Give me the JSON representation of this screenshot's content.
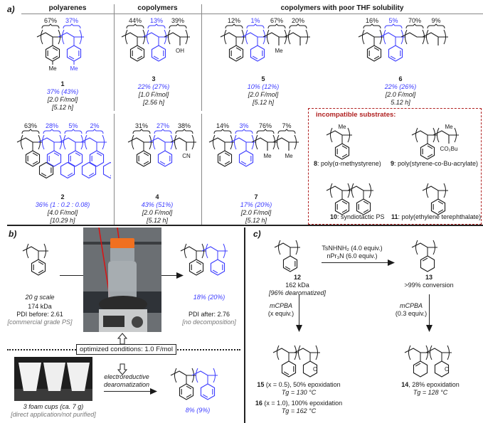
{
  "colors": {
    "black": "#1a1a1a",
    "blue": "#3b3bff",
    "red_box": "#b02020"
  },
  "panel_a": {
    "label": "a)",
    "headers": [
      "polyarenes",
      "copolymers",
      "copolymers with poor THF solubility"
    ],
    "compounds": [
      {
        "id": "1",
        "units": [
          {
            "pct": "67%",
            "color": "black",
            "ring": "ar",
            "sub": "Me"
          },
          {
            "pct": "37%",
            "color": "blue",
            "ring": "chd",
            "sub": "Me"
          }
        ],
        "yield": "37% (43%)",
        "charge": "[2.0 F/mol]",
        "time": "[5.12 h]"
      },
      {
        "id": "3",
        "units": [
          {
            "pct": "44%",
            "color": "black",
            "ring": "ar"
          },
          {
            "pct": "13%",
            "color": "blue",
            "ring": "chd"
          },
          {
            "pct": "39%",
            "color": "black",
            "side": "OH"
          }
        ],
        "yield": "22% (27%)",
        "charge": "[1.0 F/mol]",
        "time": "[2.56 h]"
      },
      {
        "id": "5",
        "units": [
          {
            "pct": "12%",
            "color": "black",
            "ring": "ar"
          },
          {
            "pct": "1%",
            "color": "blue",
            "ring": "chd"
          },
          {
            "pct": "67%",
            "color": "black",
            "side": "Me"
          },
          {
            "pct": "20%",
            "color": "black",
            "side": ""
          }
        ],
        "yield": "10% (12%)",
        "charge": "[2.0 F/mol]",
        "time": "[5.12 h]"
      },
      {
        "id": "6",
        "units": [
          {
            "pct": "16%",
            "color": "black",
            "ring": "ar"
          },
          {
            "pct": "5%",
            "color": "blue",
            "ring": "chd"
          },
          {
            "pct": "70%",
            "color": "black",
            "side": null
          },
          {
            "pct": "9%",
            "color": "black",
            "side": ""
          }
        ],
        "yield": "22% (26%)",
        "charge": "[2.0 F/mol]",
        "time": "5.12 h]"
      },
      {
        "id": "2",
        "units": [
          {
            "pct": "63%",
            "color": "black",
            "ring": "naph"
          },
          {
            "pct": "28%",
            "color": "blue",
            "ring": "naphchd"
          },
          {
            "pct": "5%",
            "color": "blue",
            "ring": "naphchd"
          },
          {
            "pct": "2%",
            "color": "blue",
            "ring": "naphchd"
          }
        ],
        "yield": "36% (1 : 0.2 : 0.08)",
        "charge": "[4.0 F/mol]",
        "time": "[10.29 h]"
      },
      {
        "id": "4",
        "units": [
          {
            "pct": "31%",
            "color": "black",
            "ring": "ar"
          },
          {
            "pct": "27%",
            "color": "blue",
            "ring": "chd"
          },
          {
            "pct": "38%",
            "color": "black",
            "side": "CN"
          }
        ],
        "yield": "43% (51%)",
        "charge": "[2.0 F/mol]",
        "time": "[5.12 h]"
      },
      {
        "id": "7",
        "units": [
          {
            "pct": "14%",
            "color": "black",
            "ring": "ar"
          },
          {
            "pct": "3%",
            "color": "blue",
            "ring": "chd"
          },
          {
            "pct": "76%",
            "color": "black",
            "side": "Me"
          },
          {
            "pct": "7%",
            "color": "black",
            "side": "Me"
          }
        ],
        "yield": "17% (20%)",
        "charge": "[2.0 F/mol]",
        "time": "[5.12 h]"
      }
    ],
    "incompatible": {
      "title": "incompatible substrates:",
      "items": [
        {
          "num": "8",
          "name": ": poly(α-methystyrene)",
          "units": [
            {
              "pct": "",
              "color": "black",
              "ring": "ar",
              "top": "Me"
            }
          ]
        },
        {
          "num": "9",
          "name": ": poly(styrene-co-Bu-acrylate)",
          "units": [
            {
              "pct": "",
              "color": "black",
              "ring": "ar"
            },
            {
              "pct": "",
              "color": "black",
              "side": "CO2Bu",
              "top": "Me"
            }
          ]
        },
        {
          "num": "10",
          "name": ": syndiotactic PS",
          "units": [
            {
              "pct": "",
              "color": "black",
              "ring": "ar"
            },
            {
              "pct": "",
              "color": "black",
              "ring": "ar"
            }
          ]
        },
        {
          "num": "11",
          "name": ": poly(ethylene terephthalate)",
          "units": [
            {
              "pct": "",
              "color": "black",
              "ring": "ar"
            }
          ]
        }
      ]
    }
  },
  "panel_b": {
    "label": "b)",
    "start": {
      "scale": "20 g scale",
      "mw": "174 kDa",
      "pdi": "PDI before: 2.61",
      "note": "[commercial grade PS]",
      "units": [
        {
          "pct": "",
          "color": "black",
          "ring": "ar"
        }
      ]
    },
    "product": {
      "yield": "18% (20%)",
      "pdi": "PDI after: 2.76",
      "note": "[no decomposition]",
      "units": [
        {
          "pct": "",
          "color": "black",
          "ring": "ar"
        },
        {
          "pct": "",
          "color": "blue",
          "ring": "chd"
        }
      ]
    },
    "conditions": "optimized conditions: 1.0 F/mol",
    "cups": {
      "label": "3 foam cups (ca. 7 g)",
      "note": "[direct application/not purified]"
    },
    "arrow_label": [
      "electroreductive",
      "dearomatization"
    ],
    "cup_product": {
      "yield": "8% (9%)",
      "units": [
        {
          "pct": "",
          "color": "black",
          "ring": "ar"
        },
        {
          "pct": "",
          "color": "blue",
          "ring": "chd"
        }
      ]
    }
  },
  "panel_c": {
    "label": "c)",
    "c12": {
      "id": "12",
      "mw": "162 kDa",
      "note": "[96% dearomatized]",
      "units": [
        {
          "pct": "",
          "color": "black",
          "ring": "chd"
        }
      ]
    },
    "reagents": [
      "TsNHNH₂ (4.0 equiv.)",
      "nPr₃N (6.0 equiv.)"
    ],
    "c13": {
      "id": "13",
      "note": ">99% conversion",
      "units": [
        {
          "pct": "",
          "color": "black",
          "ring": "chx"
        }
      ]
    },
    "left_reagent": [
      "mCPBA",
      "(x equiv.)"
    ],
    "right_reagent": [
      "mCPBA",
      "(0.3 equiv.)"
    ],
    "c15": {
      "id": "15",
      "desc": " (x = 0.5), 50% epoxidation",
      "tg": "Tg = 130 °C",
      "units": [
        {
          "pct": "",
          "color": "black",
          "ring": "chd"
        },
        {
          "pct": "",
          "color": "black",
          "ring": "epox"
        }
      ]
    },
    "c16": {
      "id": "16",
      "desc": " (x = 1.0), 100% epoxidation",
      "tg": "Tg = 162 °C"
    },
    "c14": {
      "id": "14",
      "desc": ", 28% epoxidation",
      "tg": "Tg = 128 °C",
      "units": [
        {
          "pct": "",
          "color": "black",
          "ring": "chx"
        },
        {
          "pct": "",
          "color": "black",
          "ring": "epox"
        }
      ]
    }
  }
}
